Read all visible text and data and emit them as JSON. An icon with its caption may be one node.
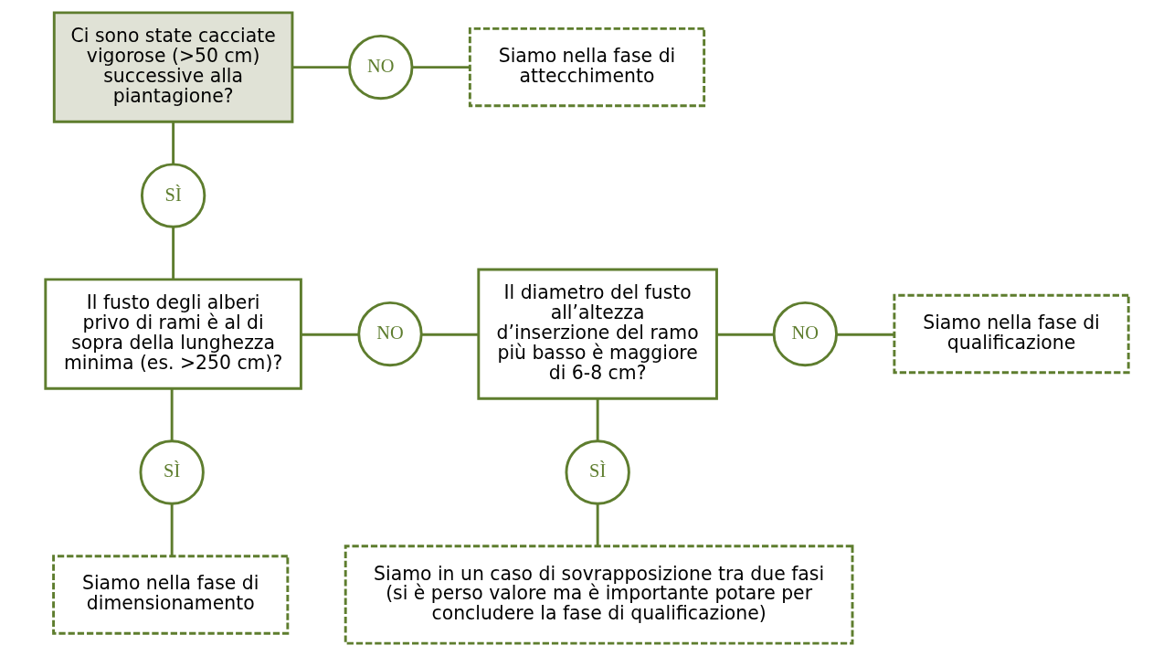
{
  "diagram": {
    "nodes": [
      {
        "text": [
          "Ci sono state cacciate vigorose (>50 cm) successive alla piantagione?"
        ]
      },
      {
        "text": [
          "NO"
        ]
      },
      {
        "text": [
          "Siamo nella fase di attecchimento"
        ]
      },
      {
        "text": [
          "SÌ"
        ]
      },
      {
        "text": [
          "Il fusto degli alberi privo di rami è al di sopra della lunghezza minima (es. >250 cm)?"
        ]
      },
      {
        "text": [
          "NO"
        ]
      },
      {
        "text": [
          "Il diametro del fusto all’altezza d’inserzione del ramo più basso è maggiore di 6-8 cm?"
        ]
      },
      {
        "text": [
          "NO"
        ]
      },
      {
        "text": [
          "Siamo nella fase di qualificazione"
        ]
      },
      {
        "text": [
          "SÌ"
        ]
      },
      {
        "text": [
          "Siamo nella fase di dimensionamento"
        ]
      },
      {
        "text": [
          "SÌ"
        ]
      },
      {
        "text": [
          "Siamo in un caso di sovrapposizione tra due fasi (si è perso valore ma è importante potare per concludere la fase di qualificazione)"
        ]
      }
    ],
    "edges": [
      {
        "from": 0,
        "to": 1,
        "arrow": "none"
      },
      {
        "from": 1,
        "to": 2,
        "arrow": "none"
      },
      {
        "from": 0,
        "to": 3,
        "arrow": "none"
      },
      {
        "from": 3,
        "to": 4,
        "arrow": "none"
      },
      {
        "from": 4,
        "to": 5,
        "arrow": "none"
      },
      {
        "from": 5,
        "to": 6,
        "arrow": "none"
      },
      {
        "from": 6,
        "to": 7,
        "arrow": "none"
      },
      {
        "from": 7,
        "to": 8,
        "arrow": "none"
      },
      {
        "from": 4,
        "to": 9,
        "arrow": "none"
      },
      {
        "from": 9,
        "to": 10,
        "arrow": "none"
      },
      {
        "from": 6,
        "to": 11,
        "arrow": "none"
      },
      {
        "from": 11,
        "to": 12,
        "arrow": "none"
      }
    ]
  }
}
